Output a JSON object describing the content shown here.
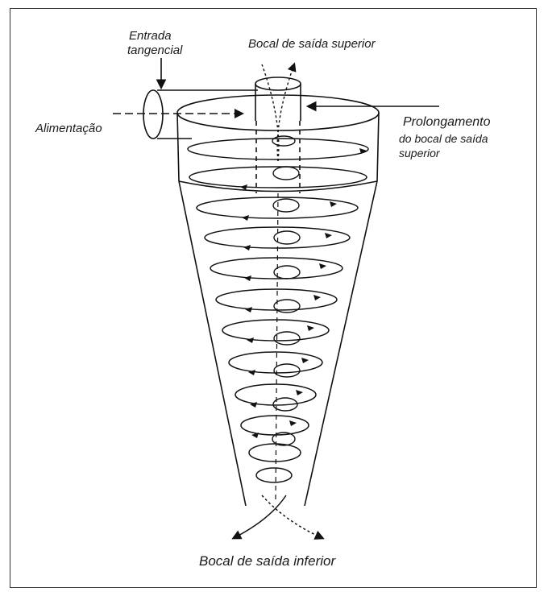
{
  "labels": {
    "entrada_line1": "Entrada",
    "entrada_line2": "tangencial",
    "bocal_superior": "Bocal de saída superior",
    "alimentacao": "Alimentação",
    "prolongamento_line1": "Prolongamento",
    "prolongamento_line2": "do bocal de saída",
    "prolongamento_line3": "superior",
    "bocal_inferior": "Bocal de saída inferior"
  }
}
